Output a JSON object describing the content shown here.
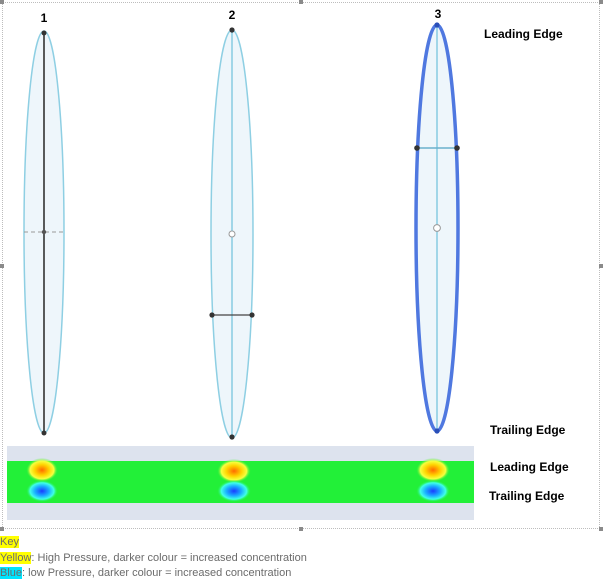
{
  "foil_numbers": [
    "1",
    "2",
    "3"
  ],
  "labels": {
    "leading_edge_top": "Leading Edge",
    "trailing_edge_top": "Trailing Edge",
    "leading_edge_strip": "Leading Edge",
    "trailing_edge_strip": "Trailing Edge"
  },
  "key": {
    "title": "Key",
    "yellow_word": "Yellow",
    "yellow_text": ": High Pressure, darker colour = increased concentration",
    "blue_word": "Blue",
    "blue_text": ": low Pressure, darker colour = increased concentration"
  },
  "colors": {
    "foil_fill": "#eef6fb",
    "foil_outline": "#8ecfe3",
    "foil3_outline": "#4f78e0",
    "strip_field": "#22f038",
    "strip_band": "#dde3ee",
    "high_pressure": "#ffe500",
    "low_pressure": "#1ab0ff"
  }
}
